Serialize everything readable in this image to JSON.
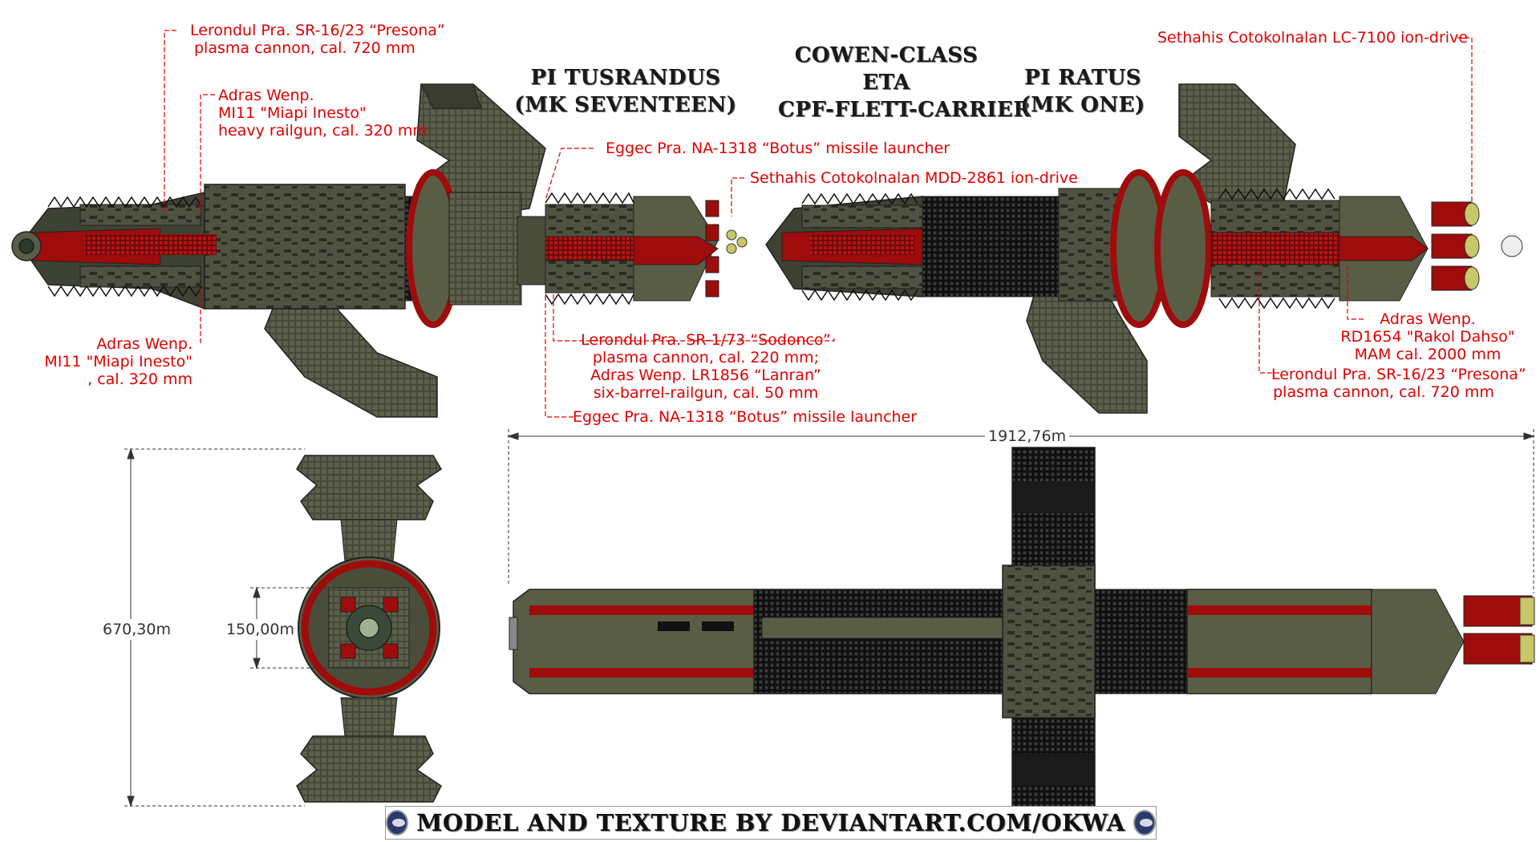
{
  "titles": {
    "left_line1": "PI TUSRANDUS",
    "left_line2": "(MK SEVENTEEN)",
    "center_line1": "COWEN-CLASS",
    "center_line2": "ETA",
    "center_line3": "CPF-FLETT-CARRIER",
    "right_line1": "PI RATUS",
    "right_line2": "(MK ONE)"
  },
  "labels": {
    "l1": [
      "Lerondul Pra. SR-16/23 “Presona”",
      "plasma cannon, cal. 720 mm"
    ],
    "l2": [
      "Adras Wenp.",
      "MI11 \"Miapi Inesto\"",
      "heavy railgun, cal. 320 mm"
    ],
    "l3": [
      "Adras Wenp.",
      "MI11 \"Miapi Inesto\"",
      ", cal. 320 mm"
    ],
    "l4": [
      "Eggec Pra. NA-1318 “Botus” missile launcher"
    ],
    "l5": [
      "Sethahis Cotokolnalan MDD-2861 ion-drive"
    ],
    "l6": [
      "Lerondul Pra. SR-1/73 “Sodonco”",
      "plasma cannon, cal. 220 mm;",
      "Adras Wenp. LR1856 “Lanran”",
      "six-barrel-railgun, cal. 50 mm"
    ],
    "l7": [
      "Eggec Pra. NA-1318 “Botus” missile launcher"
    ],
    "r1": [
      "Sethahis Cotokolnalan LC-7100 ion-drive"
    ],
    "r2": [
      "Adras Wenp.",
      "RD1654 \"Rakol Dahso\"",
      "MAM cal. 2000 mm"
    ],
    "r3": [
      "Lerondul Pra. SR-16/23 “Presona”",
      "plasma cannon, cal. 720 mm"
    ]
  },
  "dimensions": {
    "length": "1912,76m",
    "height": "670,30m",
    "diameter": "150,00m"
  },
  "credit": "MODEL AND TEXTURE BY DEVIANTART.COM/OKWA",
  "colors": {
    "label_red": "#e00000",
    "hull_dark": "#3e4233",
    "hull_olive": "#5a5d45",
    "hull_red": "#9e0c0c",
    "grid_black": "#1a1a1a"
  }
}
